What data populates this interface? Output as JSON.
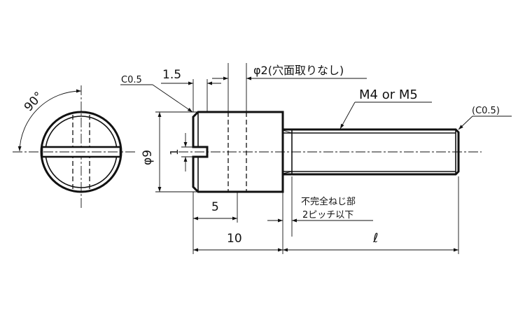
{
  "drawing": {
    "angle_label": "90°",
    "chamfer_head_label": "C0.5",
    "slot_depth_label": "1.5",
    "hole_label": "φ2(穴面取りなし)",
    "thread_label": "M4 or M5",
    "chamfer_end_label": "(C0.5)",
    "head_dia_label": "φ9",
    "slot_width_label": "1",
    "hole_pos_label": "5",
    "head_length_label": "10",
    "shank_length_label": "ℓ",
    "incomplete_thread_line1": "不完全ねじ部",
    "incomplete_thread_line2": "2ピッチ以下"
  }
}
